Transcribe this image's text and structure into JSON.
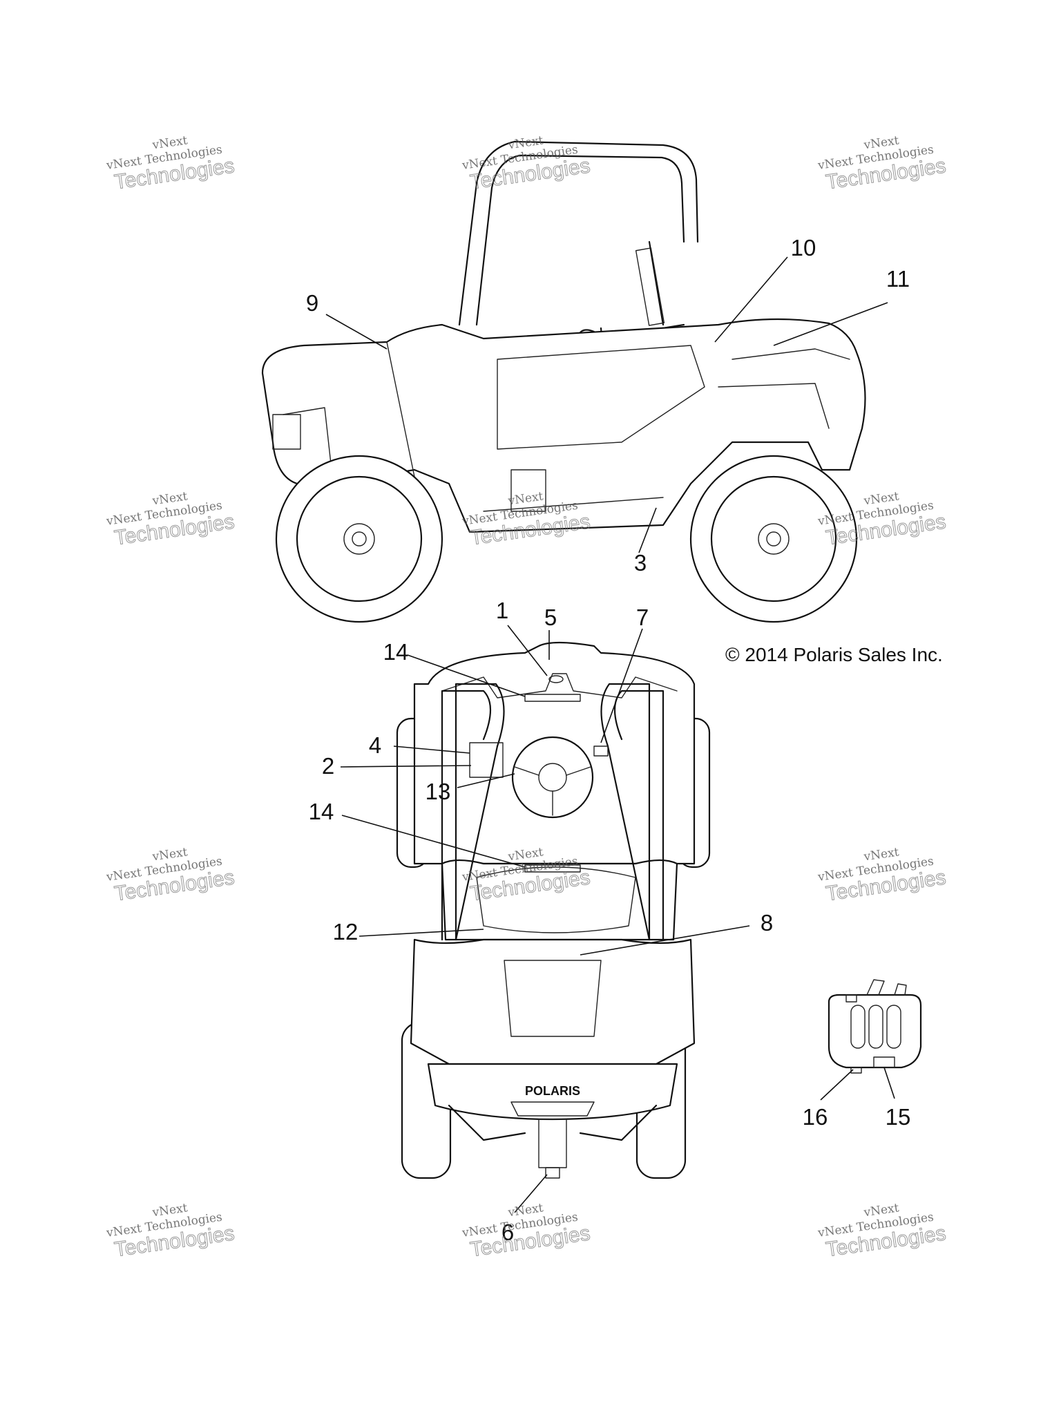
{
  "copyright": "© 2014 Polaris Sales Inc.",
  "watermark": {
    "line1": "vNext",
    "line2": "vNext Technologies",
    "line3": "Technologies"
  },
  "callouts": [
    "1",
    "2",
    "3",
    "4",
    "5",
    "6",
    "7",
    "8",
    "9",
    "10",
    "11",
    "12",
    "13",
    "14",
    "14",
    "15",
    "16"
  ],
  "brand_badge": "POLARIS"
}
